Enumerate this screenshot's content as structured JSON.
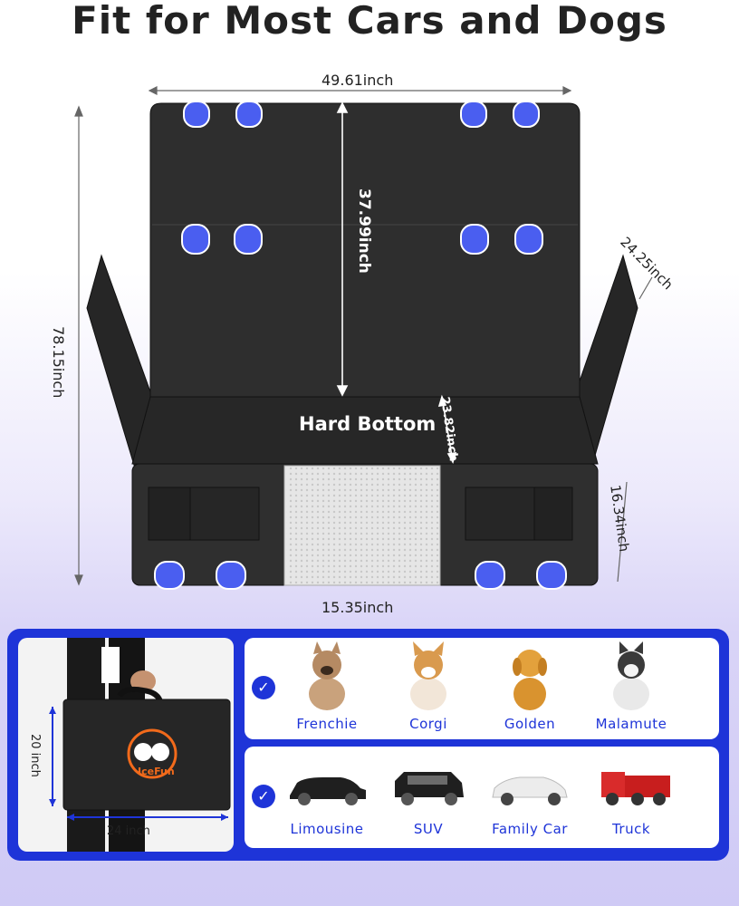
{
  "title": "Fit for Most Cars and Dogs",
  "dimensions": {
    "top_width": "49.61inch",
    "back_height": "37.99inch",
    "total_length": "78.15inch",
    "side_flap": "24.25inch",
    "hard_bottom_depth": "23.82inch",
    "front_flap": "16.34inch",
    "bottom_width": "15.35inch"
  },
  "hard_bottom_label": "Hard Bottom",
  "bag": {
    "brand": "IceFun",
    "height": "20 inch",
    "width": "24 inch"
  },
  "dogs": [
    {
      "label": "Frenchie",
      "icon": "french-bulldog-icon"
    },
    {
      "label": "Corgi",
      "icon": "corgi-icon"
    },
    {
      "label": "Golden",
      "icon": "golden-retriever-icon"
    },
    {
      "label": "Malamute",
      "icon": "malamute-icon"
    }
  ],
  "cars": [
    {
      "label": "Limousine",
      "icon": "limousine-icon"
    },
    {
      "label": "SUV",
      "icon": "suv-icon"
    },
    {
      "label": "Family Car",
      "icon": "family-car-icon"
    },
    {
      "label": "Truck",
      "icon": "truck-icon"
    }
  ],
  "colors": {
    "accent": "#1e34d8",
    "clip": "#4a5ef0",
    "mat": "#2b2b2b"
  }
}
